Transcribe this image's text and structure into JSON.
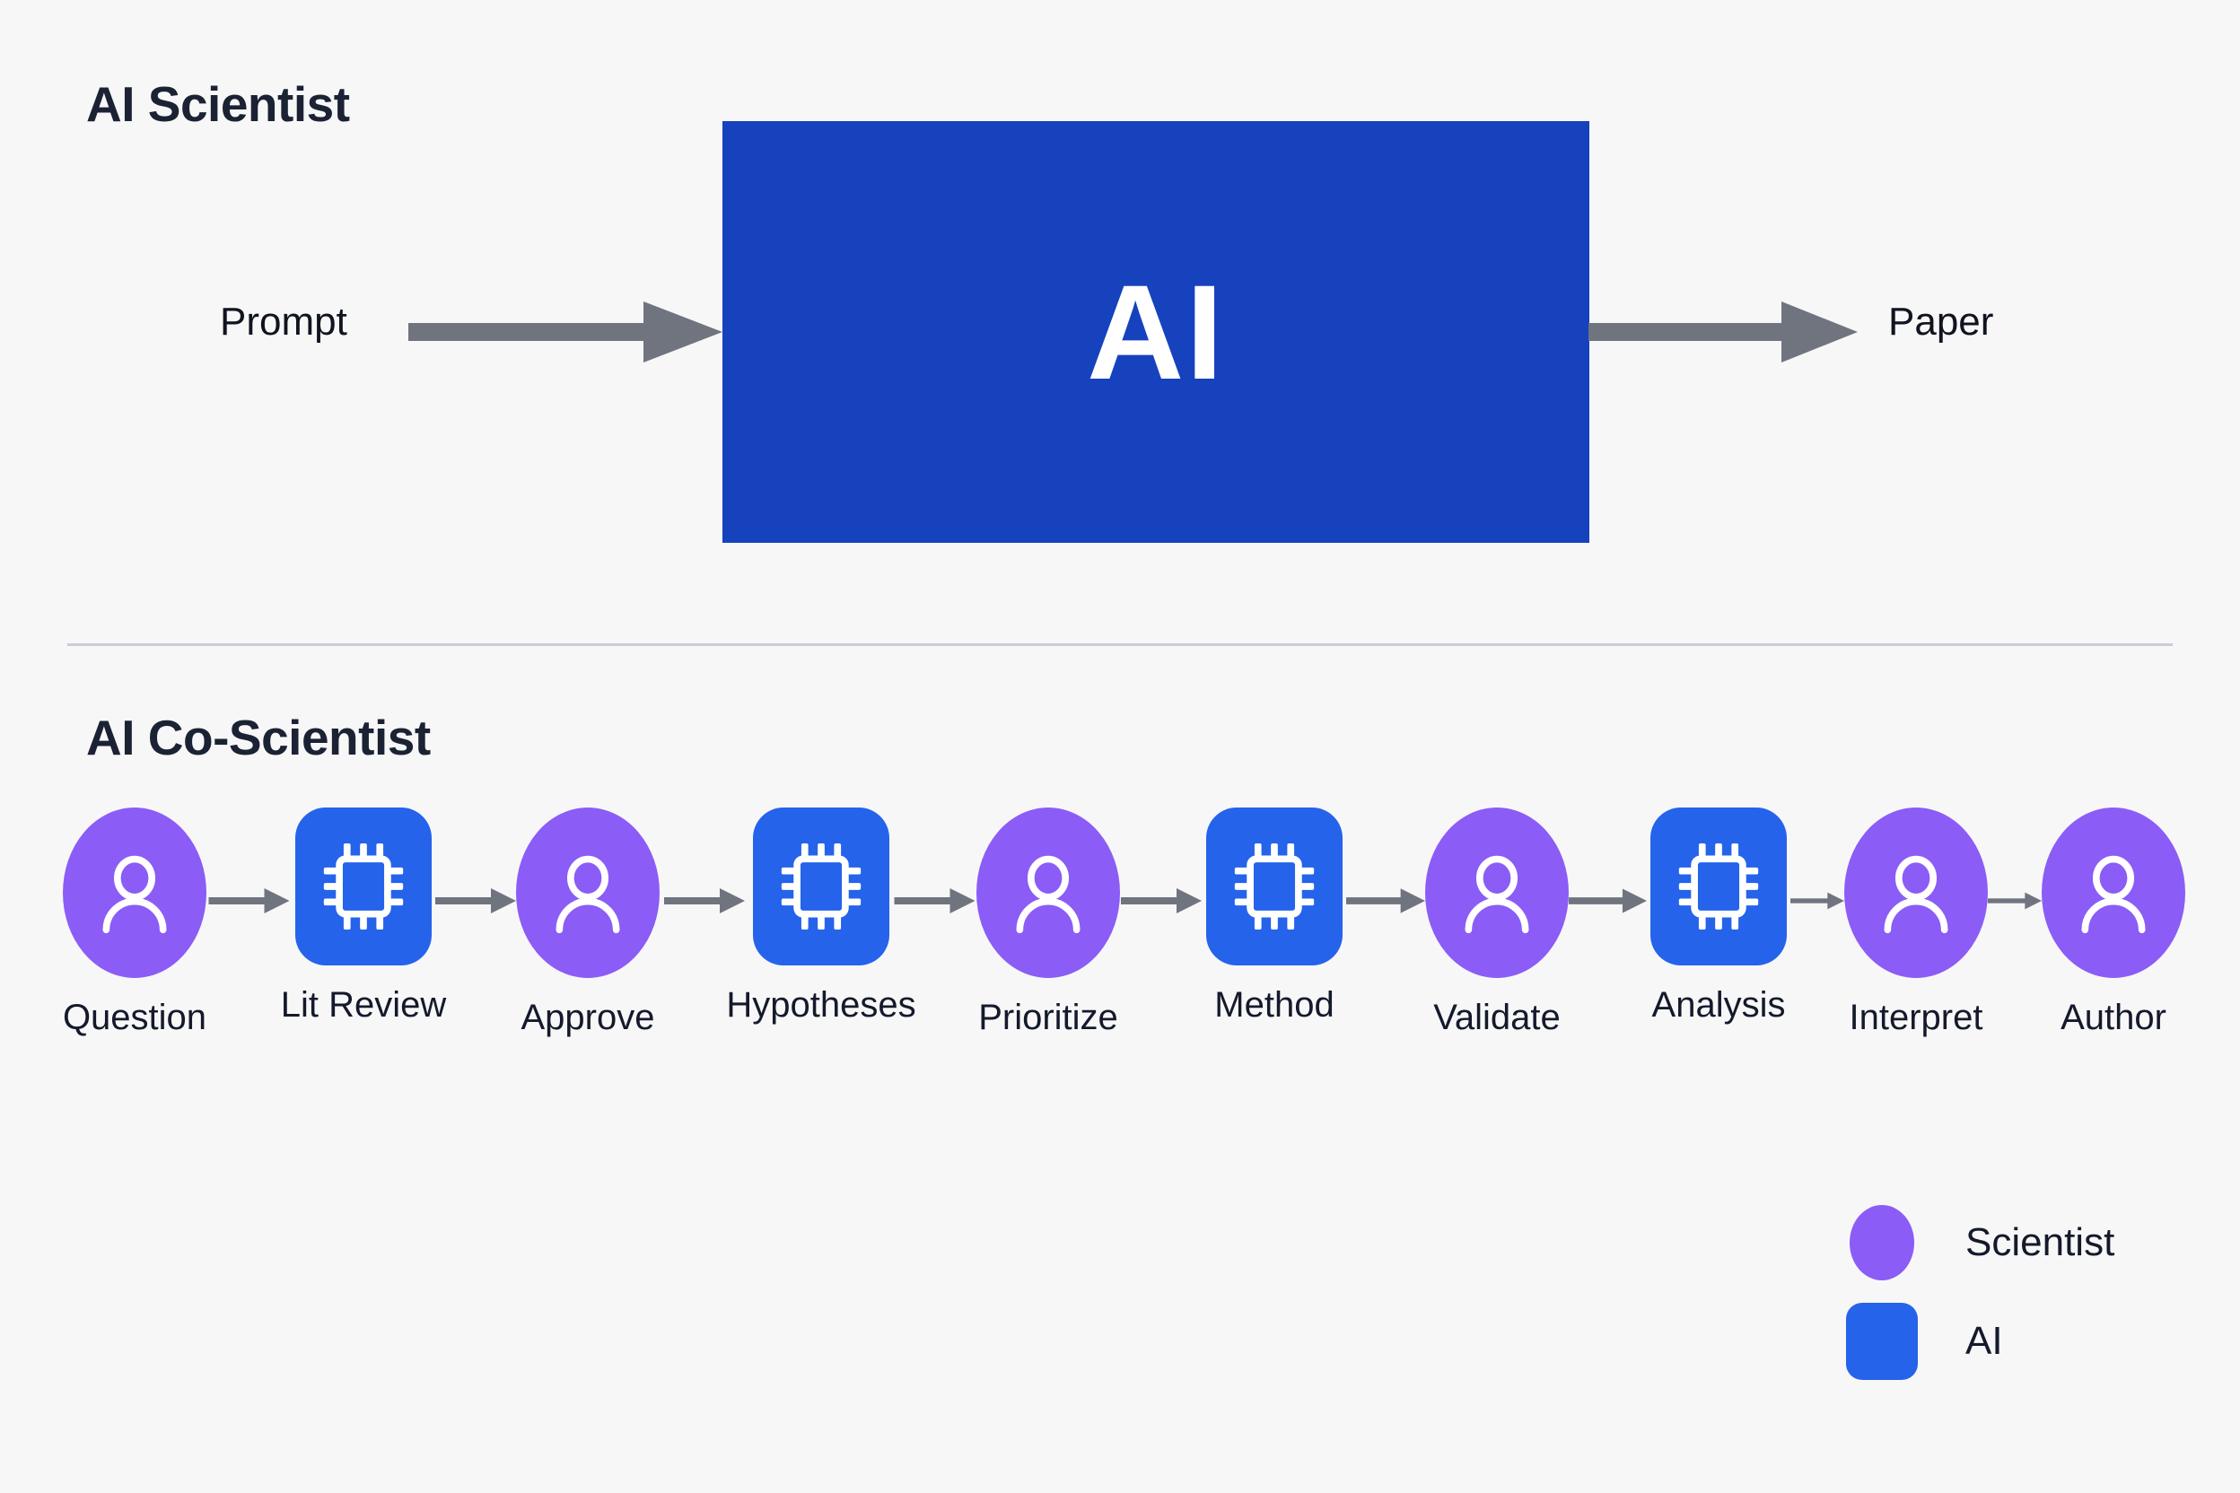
{
  "colors": {
    "background": "#f7f7f8",
    "ai_box_blue": "#1642be",
    "node_ai_blue": "#2563eb",
    "node_scientist_purple": "#8b5cf6",
    "arrow_gray": "#6f747e",
    "text_dark": "#141a2b",
    "divider": "#c9cdd6"
  },
  "top_section": {
    "title": "AI Scientist",
    "input_label": "Prompt",
    "box_label": "AI",
    "output_label": "Paper",
    "arrow_in_icon": "arrow-right-icon",
    "arrow_out_icon": "arrow-right-icon"
  },
  "bottom_section": {
    "title": "AI Co-Scientist",
    "steps": [
      {
        "label": "Question",
        "actor": "scientist",
        "icon": "person-icon"
      },
      {
        "label": "Lit Review",
        "actor": "ai",
        "icon": "cpu-chip-icon"
      },
      {
        "label": "Approve",
        "actor": "scientist",
        "icon": "person-icon"
      },
      {
        "label": "Hypotheses",
        "actor": "ai",
        "icon": "cpu-chip-icon"
      },
      {
        "label": "Prioritize",
        "actor": "scientist",
        "icon": "person-icon"
      },
      {
        "label": "Method",
        "actor": "ai",
        "icon": "cpu-chip-icon"
      },
      {
        "label": "Validate",
        "actor": "scientist",
        "icon": "person-icon"
      },
      {
        "label": "Analysis",
        "actor": "ai",
        "icon": "cpu-chip-icon"
      },
      {
        "label": "Interpret",
        "actor": "scientist",
        "icon": "person-icon"
      },
      {
        "label": "Author",
        "actor": "scientist",
        "icon": "person-icon"
      }
    ]
  },
  "legend": {
    "items": [
      {
        "label": "Scientist",
        "shape": "ellipse",
        "color": "#8b5cf6"
      },
      {
        "label": "AI",
        "shape": "rounded-square",
        "color": "#2563eb"
      }
    ]
  }
}
